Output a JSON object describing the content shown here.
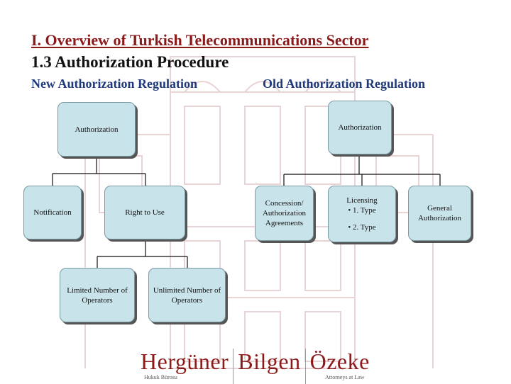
{
  "header": {
    "title": "I.   Overview of Turkish Telecommunications Sector",
    "subtitle": "1.3 Authorization Procedure"
  },
  "columns": {
    "new_label": "New Authorization Regulation",
    "old_label": "Old Authorization Regulation"
  },
  "new_tree": {
    "root": "Authorization",
    "notification": "Notification",
    "right_to_use": "Right to Use",
    "limited": "Limited Number of Operators",
    "unlimited": "Unlimited Number of Operators"
  },
  "old_tree": {
    "root": "Authorization",
    "concession": "Concession/ Authorization Agreements",
    "licensing": {
      "title": "Licensing",
      "type1": "• 1. Type",
      "type2": "• 2. Type"
    },
    "general": "General Authorization"
  },
  "logo": {
    "name_1": "Hergüner",
    "name_2": "Bilgen",
    "name_3": "Özeke",
    "tag_left": "Hukuk Bürosu",
    "tag_right": "Attorneys at Law"
  },
  "colors": {
    "box_fill": "#c9e3ea",
    "title_red": "#8b1a1a",
    "heading_blue": "#1f3a7a"
  }
}
